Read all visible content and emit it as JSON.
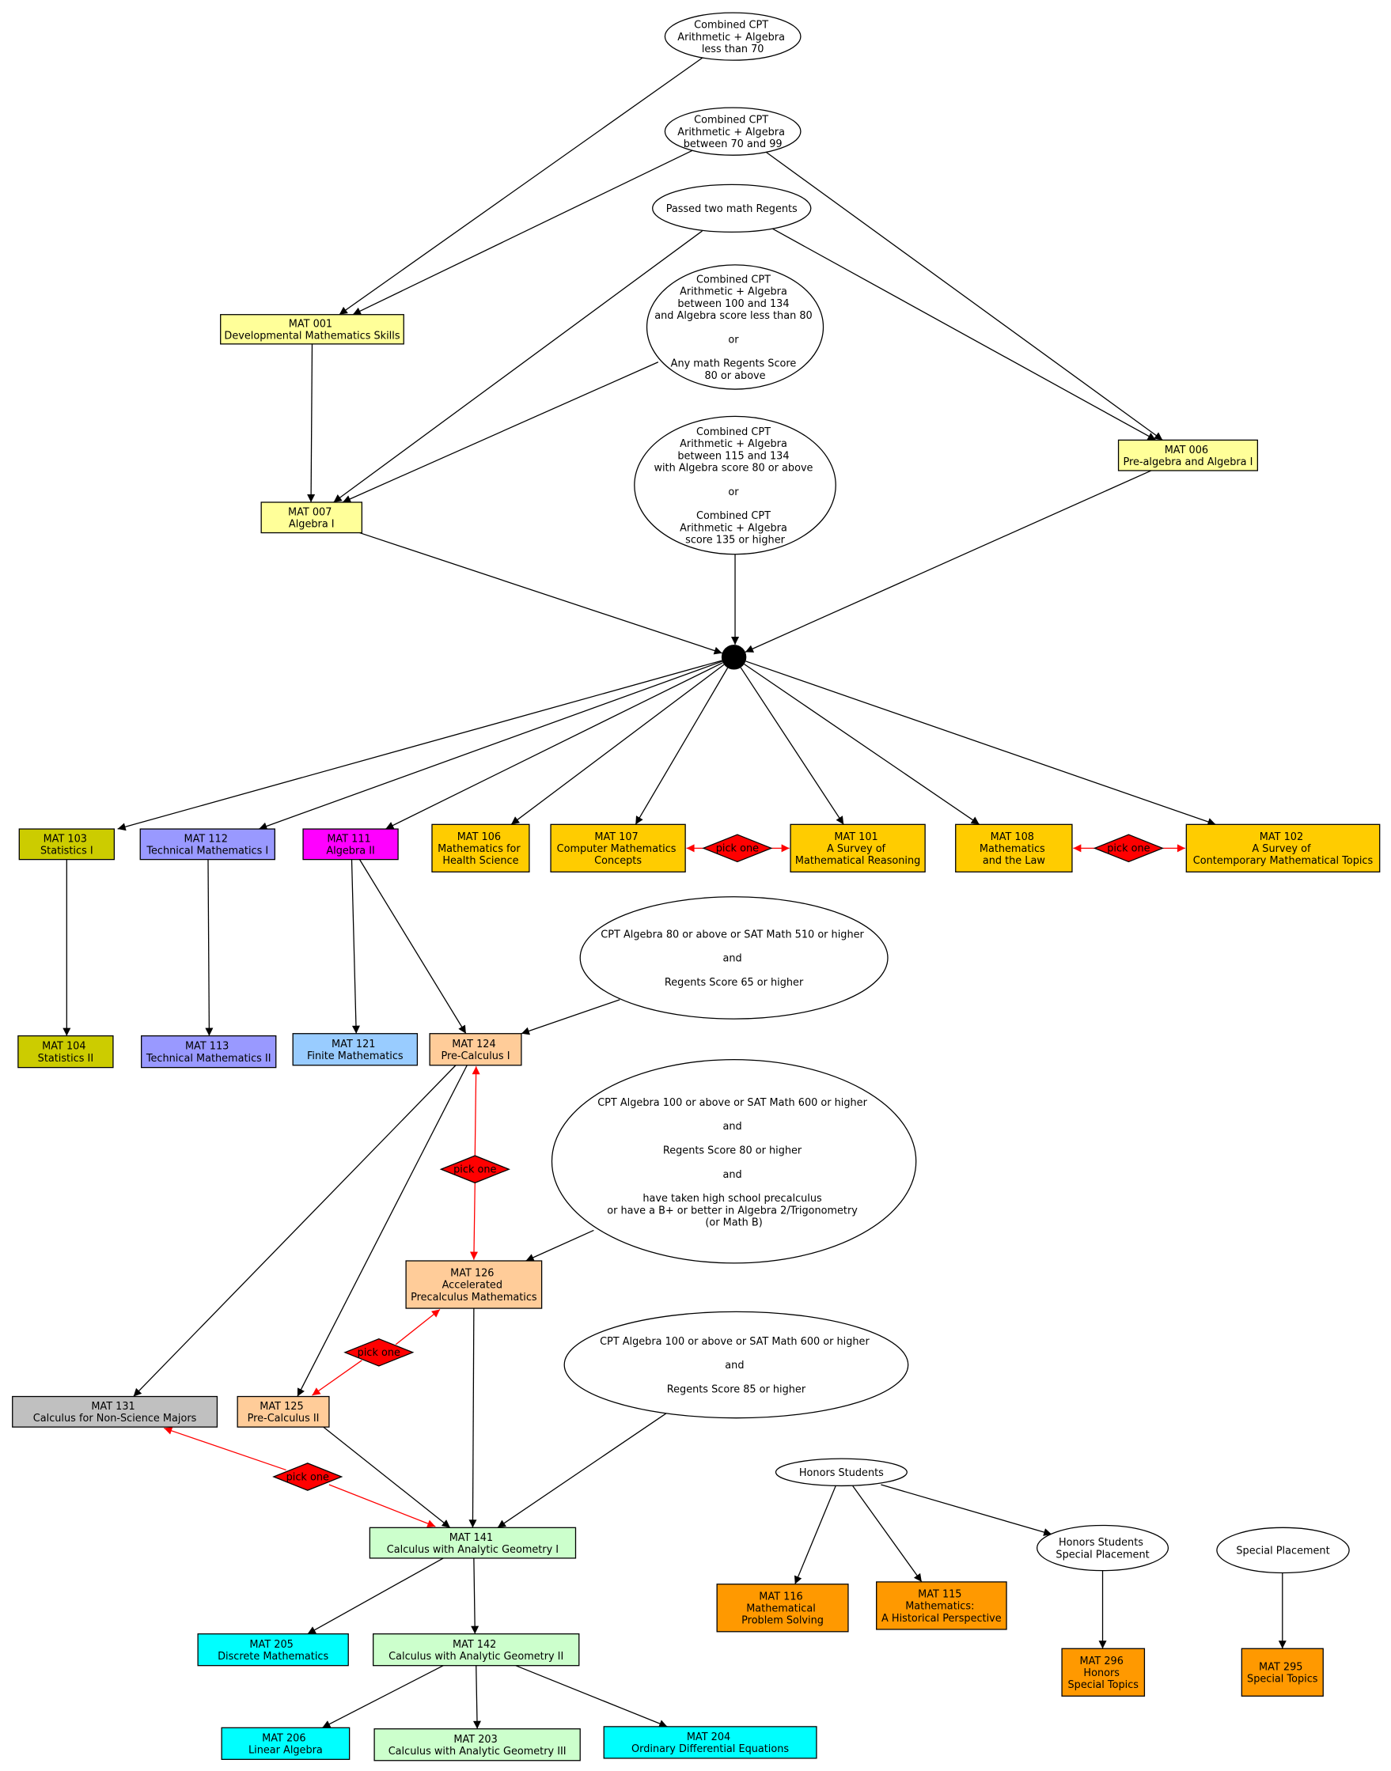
{
  "colors": {
    "background": "#ffffff",
    "edge": "#000000",
    "alternative_edge": "#ff0000",
    "placement_node": "#ffffff",
    "junction": "#000000",
    "pick_one": "#ff0000"
  },
  "pick_one_label": "pick one",
  "placement": {
    "cpt_below_70": [
      "Combined CPT",
      "Arithmetic + Algebra",
      "less than 70"
    ],
    "cpt_70_to_99": [
      "Combined CPT",
      "Arithmetic + Algebra",
      "between 70 and 99"
    ],
    "two_regents": [
      "Passed two math Regents"
    ],
    "cpt_100_to_134": [
      "Combined CPT",
      "Arithmetic + Algebra",
      "between 100 and 134",
      "and Algebra score less than 80",
      "or",
      "Any math Regents Score",
      "80 or above"
    ],
    "cpt_115_to_134": [
      "Combined CPT",
      "Arithmetic + Algebra",
      "between 115 and 134",
      "with Algebra score 80 or above",
      "or",
      "Combined CPT",
      "Arithmetic + Algebra",
      "score 135 or higher"
    ],
    "precalc_entry": [
      "CPT Algebra 80 or above or SAT Math 510 or higher",
      "and",
      "Regents Score 65 or higher"
    ],
    "accelerated_entry": [
      "CPT Algebra 100 or above or SAT Math 600 or higher",
      "and",
      "Regents Score 80 or higher",
      "and",
      "have taken high school precalculus",
      "or have a B+ or better in Algebra 2/Trigonometry",
      "(or Math B)"
    ],
    "calculus_entry": [
      "CPT Algebra 100 or above or SAT Math 600 or higher",
      "and",
      "Regents Score 85 or higher"
    ],
    "honors": [
      "Honors Students"
    ],
    "honors_special": [
      "Honors Students",
      "Special Placement"
    ],
    "special": [
      "Special Placement"
    ]
  },
  "courses": {
    "mat001": {
      "code": "MAT 001",
      "title": [
        "Developmental Mathematics Skills"
      ],
      "fill": "#ffff99"
    },
    "mat007": {
      "code": "MAT 007",
      "title": [
        "Algebra I"
      ],
      "fill": "#ffff99"
    },
    "mat006": {
      "code": "MAT 006",
      "title": [
        "Pre-algebra and Algebra I"
      ],
      "fill": "#ffff99"
    },
    "mat103": {
      "code": "MAT 103",
      "title": [
        "Statistics I"
      ],
      "fill": "#cccc00"
    },
    "mat112": {
      "code": "MAT 112",
      "title": [
        "Technical Mathematics I"
      ],
      "fill": "#9999ff"
    },
    "mat111": {
      "code": "MAT 111",
      "title": [
        "Algebra II"
      ],
      "fill": "#ff00ff"
    },
    "mat106": {
      "code": "MAT 106",
      "title": [
        "Mathematics for",
        "Health Science"
      ],
      "fill": "#ffcc00"
    },
    "mat107": {
      "code": "MAT 107",
      "title": [
        "Computer Mathematics",
        "Concepts"
      ],
      "fill": "#ffcc00"
    },
    "mat101": {
      "code": "MAT 101",
      "title": [
        "A Survey of",
        "Mathematical Reasoning"
      ],
      "fill": "#ffcc00"
    },
    "mat108": {
      "code": "MAT 108",
      "title": [
        "Mathematics",
        "and the Law"
      ],
      "fill": "#ffcc00"
    },
    "mat102": {
      "code": "MAT 102",
      "title": [
        "A Survey of",
        "Contemporary Mathematical Topics"
      ],
      "fill": "#ffcc00"
    },
    "mat104": {
      "code": "MAT 104",
      "title": [
        "Statistics II"
      ],
      "fill": "#cccc00"
    },
    "mat113": {
      "code": "MAT 113",
      "title": [
        "Technical Mathematics II"
      ],
      "fill": "#9999ff"
    },
    "mat121": {
      "code": "MAT 121",
      "title": [
        "Finite Mathematics"
      ],
      "fill": "#99ccff"
    },
    "mat124": {
      "code": "MAT 124",
      "title": [
        "Pre-Calculus I"
      ],
      "fill": "#ffcc99"
    },
    "mat126": {
      "code": "MAT 126",
      "title": [
        "Accelerated",
        "Precalculus Mathematics"
      ],
      "fill": "#ffcc99"
    },
    "mat131": {
      "code": "MAT 131",
      "title": [
        "Calculus for Non-Science Majors"
      ],
      "fill": "#c0c0c0"
    },
    "mat125": {
      "code": "MAT 125",
      "title": [
        "Pre-Calculus II"
      ],
      "fill": "#ffcc99"
    },
    "mat141": {
      "code": "MAT 141",
      "title": [
        "Calculus with Analytic Geometry I"
      ],
      "fill": "#ccffcc"
    },
    "mat205": {
      "code": "MAT 205",
      "title": [
        "Discrete Mathematics"
      ],
      "fill": "#00ffff"
    },
    "mat142": {
      "code": "MAT 142",
      "title": [
        "Calculus with Analytic Geometry II"
      ],
      "fill": "#ccffcc"
    },
    "mat206": {
      "code": "MAT 206",
      "title": [
        "Linear Algebra"
      ],
      "fill": "#00ffff"
    },
    "mat203": {
      "code": "MAT 203",
      "title": [
        "Calculus with Analytic Geometry III"
      ],
      "fill": "#ccffcc"
    },
    "mat204": {
      "code": "MAT 204",
      "title": [
        "Ordinary Differential Equations"
      ],
      "fill": "#00ffff"
    },
    "mat116": {
      "code": "MAT 116",
      "title": [
        "Mathematical",
        "Problem Solving"
      ],
      "fill": "#ff9900"
    },
    "mat115": {
      "code": "MAT 115",
      "title": [
        "Mathematics:",
        "A Historical Perspective"
      ],
      "fill": "#ff9900"
    },
    "mat296": {
      "code": "MAT 296",
      "title": [
        "Honors",
        "Special Topics"
      ],
      "fill": "#ff9900"
    },
    "mat295": {
      "code": "MAT 295",
      "title": [
        "Special Topics"
      ],
      "fill": "#ff9900"
    }
  }
}
